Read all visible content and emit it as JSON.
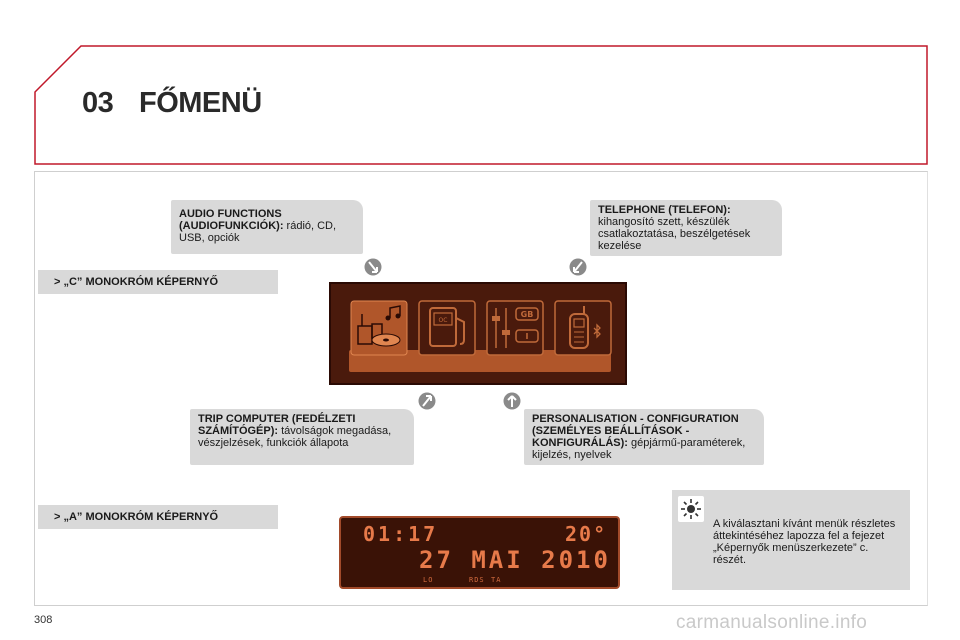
{
  "header": {
    "chapter_number": "03",
    "title": "FŐMENÜ"
  },
  "audio_box": {
    "bold": "AUDIO FUNCTIONS (AUDIOFUNKCIÓK):",
    "text": " rádió, CD, USB, opciók"
  },
  "telephone_box": {
    "bold": "TELEPHONE (TELEFON):",
    "text": " kihangosító szett, készülék csatlakoztatása, beszélgetések kezelése"
  },
  "trip_box": {
    "bold": "TRIP COMPUTER (FEDÉLZETI SZÁMÍTÓGÉP):",
    "text": " távolságok megadása, vészjelzések, funkciók állapota"
  },
  "personalisation_box": {
    "bold": "PERSONALISATION - CONFIGURATION (SZEMÉLYES BEÁLLÍTÁSOK - KONFIGURÁLÁS):",
    "text": " gépjármű-paraméterek, kijelzés, nyelvek"
  },
  "screen_labels": {
    "c": "> „C” MONOKRÓM KÉPERNYŐ",
    "a": "> „A” MONOKRÓM KÉPERNYŐ"
  },
  "menu_icons": [
    "audio-icon",
    "trip-computer-icon",
    "personalisation-icon",
    "telephone-icon"
  ],
  "menu_icon_text": {
    "fuel_gauge": "OC",
    "lang_top": "GB",
    "lang_bottom": "I"
  },
  "lcd": {
    "time": "01:17",
    "temperature": "20°",
    "date": "27 MAI 2010",
    "ind_lo": "LO",
    "ind_rds": "RDS",
    "ind_ta": "TA"
  },
  "note": {
    "text": "A kiválasztani kívánt menük részletes áttekintéséhez lapozza fel a fejezet „Képernyők menüszerkezete” c. részét.",
    "icon": "sun-icon"
  },
  "page_number": "308",
  "watermark": "carmanualsonline.info",
  "colors": {
    "accent": "#c0182a",
    "panel": "#d9d9d9",
    "screen_bg": "#4a1a0c",
    "lcd_text": "#e77a4a"
  }
}
